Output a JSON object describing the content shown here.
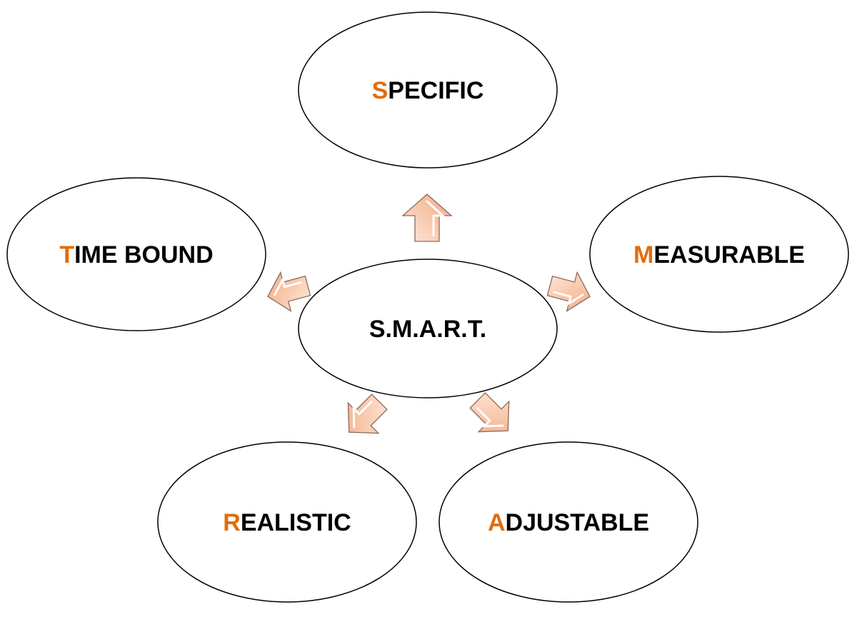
{
  "colors": {
    "accent": "#e36c0a",
    "text": "#000000",
    "arrow_fill_light": "#fbe5d6",
    "arrow_fill_dark": "#f4b183"
  },
  "center": {
    "label": "S.M.A.R.T."
  },
  "nodes": [
    {
      "id": "specific",
      "initial": "S",
      "rest": "PECIFIC"
    },
    {
      "id": "measurable",
      "initial": "M",
      "rest": "EASURABLE"
    },
    {
      "id": "adjustable",
      "initial": "A",
      "rest": "DJUSTABLE"
    },
    {
      "id": "realistic",
      "initial": "R",
      "rest": "EALISTIC"
    },
    {
      "id": "time-bound",
      "initial": "T",
      "rest": "IME BOUND"
    }
  ]
}
